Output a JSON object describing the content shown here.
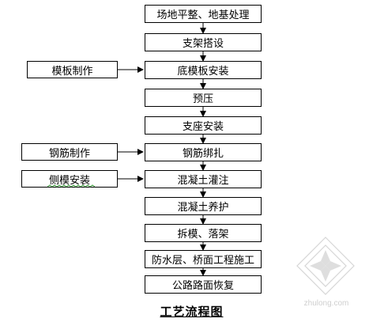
{
  "diagram": {
    "main_steps": [
      "场地平整、地基处理",
      "支架搭设",
      "底模板安装",
      "预压",
      "支座安装",
      "钢筋绑扎",
      "混凝土灌注",
      "混凝土养护",
      "拆模、落架",
      "防水层、桥面工程施工",
      "公路路面恢复"
    ],
    "side_steps": [
      {
        "label": "模板制作",
        "target": "底模板安装"
      },
      {
        "label": "钢筋制作",
        "target": "钢筋绑扎"
      },
      {
        "label": "侧模安装",
        "target": "混凝土灌注"
      }
    ],
    "title": "工艺流程图"
  },
  "watermark": {
    "text": "zhulong.com",
    "color": "#cccccc"
  }
}
